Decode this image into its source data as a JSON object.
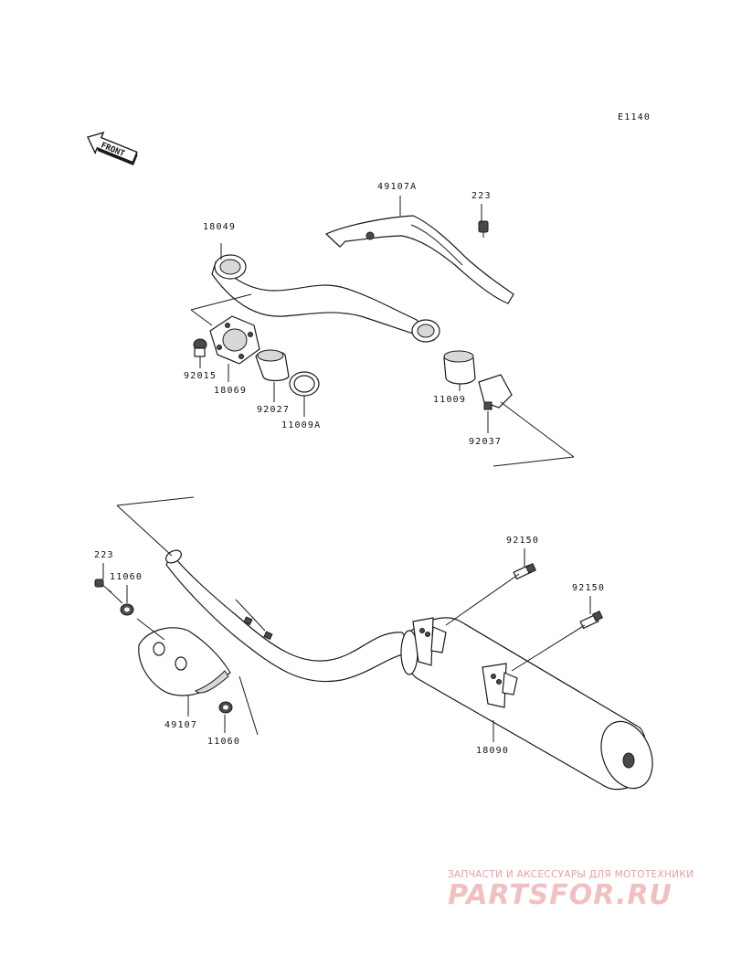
{
  "diagram": {
    "code": "E1140",
    "front_label": "FRONT",
    "labels": {
      "p18049": "18049",
      "p49107A": "49107A",
      "p223_top": "223",
      "p92015": "92015",
      "p18069": "18069",
      "p92027": "92027",
      "p11009A": "11009A",
      "p11009": "11009",
      "p92037": "92037",
      "p223_left": "223",
      "p11060_top": "11060",
      "p49107": "49107",
      "p11060_bottom": "11060",
      "p92150_a": "92150",
      "p92150_b": "92150",
      "p18090": "18090"
    }
  },
  "watermark": {
    "subtitle": "ЗАПЧАСТИ И АКСЕССУАРЫ ДЛЯ МОТОТЕХНИКИ",
    "logo": "PARTSFOR.RU"
  }
}
